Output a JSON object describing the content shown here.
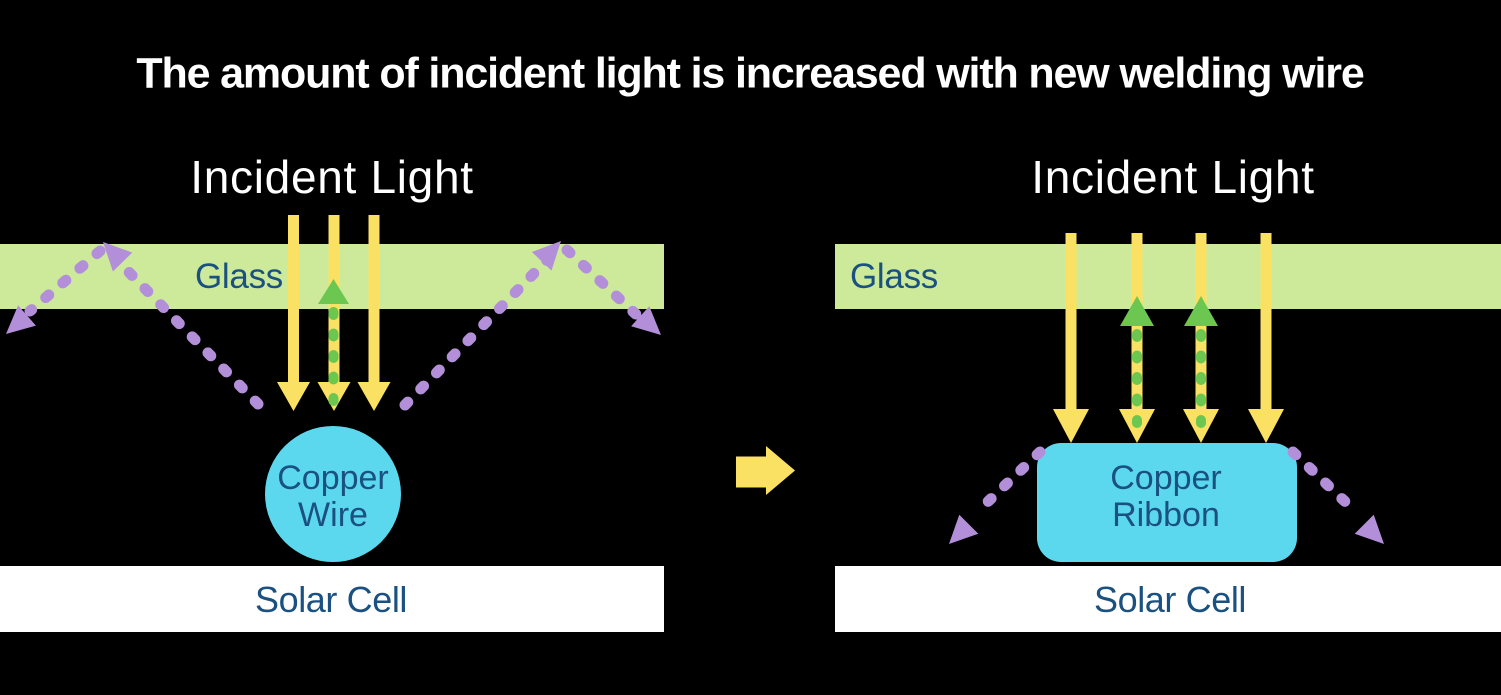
{
  "title": "The amount of incident light is increased with new welding wire",
  "colors": {
    "background": "#000000",
    "text_light": "#ffffff",
    "label_navy": "#1a5180",
    "glass_green": "#cdea9b",
    "arrow_yellow": "#fbe163",
    "arrow_green": "#6cc750",
    "arrow_purple": "#b38fd9",
    "copper_cyan": "#5cd8ee",
    "solar_white": "#ffffff"
  },
  "before_panel": {
    "incident_light_label": "Incident Light",
    "glass_label": "Glass",
    "conductor_line1": "Copper",
    "conductor_line2": "Wire",
    "solar_cell_label": "Solar Cell"
  },
  "after_panel": {
    "incident_light_label": "Incident Light",
    "glass_label": "Glass",
    "conductor_line1": "Copper",
    "conductor_line2": "Ribbon",
    "solar_cell_label": "Solar Cell"
  }
}
